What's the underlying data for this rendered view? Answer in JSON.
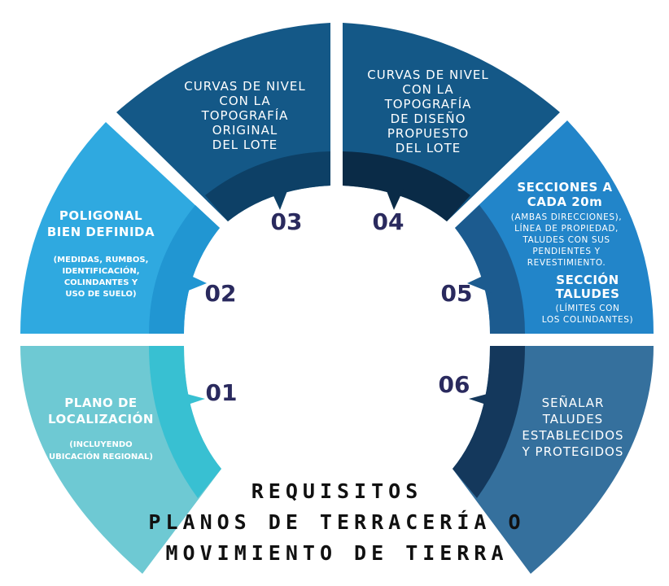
{
  "colors": {
    "seg01": "#6ec9d3",
    "seg01_ring": "#38c0d2",
    "seg02": "#2fa9e0",
    "seg02_ring": "#2196d2",
    "seg03": "#145887",
    "seg03_ring": "#0d4066",
    "seg04": "#145887",
    "seg04_ring": "#0a2b47",
    "seg05": "#2285c9",
    "seg05_ring": "#1c5b8f",
    "seg06": "#35709d",
    "seg06_ring": "#14385c",
    "number": "#2a2a5e",
    "title": "#111111"
  },
  "segments": [
    {
      "number": "01",
      "title": [
        "PLANO DE",
        "LOCALIZACIÓN"
      ],
      "note": [
        "(INCLUYENDO",
        "UBICACIÓN REGIONAL)"
      ]
    },
    {
      "number": "02",
      "title": [
        "POLIGONAL",
        "BIEN DEFINIDA"
      ],
      "note": [
        "(MEDIDAS, RUMBOS,",
        "IDENTIFICACIÓN,",
        "COLINDANTES Y",
        "USO DE SUELO)"
      ]
    },
    {
      "number": "03",
      "title": [
        "CURVAS DE NIVEL",
        "CON LA",
        "TOPOGRAFÍA",
        "ORIGINAL",
        "DEL LOTE"
      ]
    },
    {
      "number": "04",
      "title": [
        "CURVAS DE NIVEL",
        "CON LA",
        "TOPOGRAFÍA",
        "DE DISEÑO",
        "PROPUESTO",
        "DEL LOTE"
      ]
    },
    {
      "number": "05",
      "title": [
        "SECCIONES A",
        "CADA 20m"
      ],
      "note": [
        "(AMBAS DIRECCIONES),",
        "LÍNEA DE PROPIEDAD,",
        "TALUDES CON SUS",
        "PENDIENTES Y",
        "REVESTIMIENTO."
      ],
      "title2": [
        "SECCIÓN",
        "TALUDES"
      ],
      "note2": [
        "(LÍMITES CON",
        "LOS COLINDANTES)"
      ]
    },
    {
      "number": "06",
      "title": [
        "SEÑALAR",
        "TALUDES",
        "ESTABLECIDOS",
        "Y PROTEGIDOS"
      ]
    }
  ],
  "main_title": [
    "REQUISITOS",
    "PLANOS DE TERRACERÍA O",
    "MOVIMIENTO DE TIERRA"
  ]
}
